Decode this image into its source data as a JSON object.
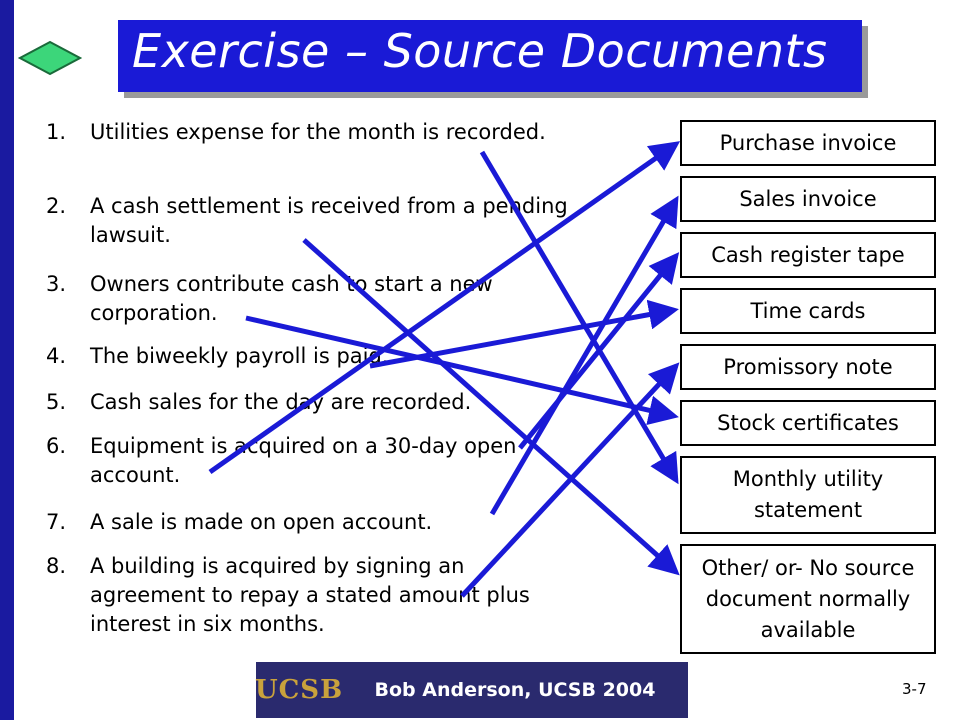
{
  "title": "Exercise – Source Documents",
  "questions": [
    {
      "num": "1.",
      "text": "Utilities expense for the month is recorded."
    },
    {
      "num": "2.",
      "text": "A cash settlement is received from a pending lawsuit."
    },
    {
      "num": "3.",
      "text": "Owners contribute cash to start a new corporation."
    },
    {
      "num": "4.",
      "text": "The biweekly payroll is paid."
    },
    {
      "num": "5.",
      "text": "Cash sales for the day are recorded."
    },
    {
      "num": "6.",
      "text": "Equipment is acquired on a 30-day open account."
    },
    {
      "num": "7.",
      "text": "A sale is made on open account."
    },
    {
      "num": "8.",
      "text": "A building is acquired by signing an agreement to repay a stated amount plus interest in six months."
    }
  ],
  "documents": [
    "Purchase invoice",
    "Sales invoice",
    "Cash register tape",
    "Time cards",
    "Promissory note",
    "Stock certificates",
    "Monthly utility statement",
    "Other/ or- No source document normally available"
  ],
  "matches": [
    {
      "question": 1,
      "document": 7
    },
    {
      "question": 2,
      "document": 8
    },
    {
      "question": 3,
      "document": 6
    },
    {
      "question": 4,
      "document": 4
    },
    {
      "question": 5,
      "document": 3
    },
    {
      "question": 6,
      "document": 1
    },
    {
      "question": 7,
      "document": 2
    },
    {
      "question": 8,
      "document": 5
    }
  ],
  "footer": {
    "logo": "UCSB",
    "credit": "Bob Anderson, UCSB 2004",
    "page": "3-7"
  },
  "colors": {
    "title_bg": "#1a1ad6",
    "arrow": "#1a1ad6",
    "left_bar": "#1a1aa0",
    "diamond": "#3cd67a",
    "footer_bg": "#2a2a6e",
    "logo_gold": "#c9a23c"
  }
}
